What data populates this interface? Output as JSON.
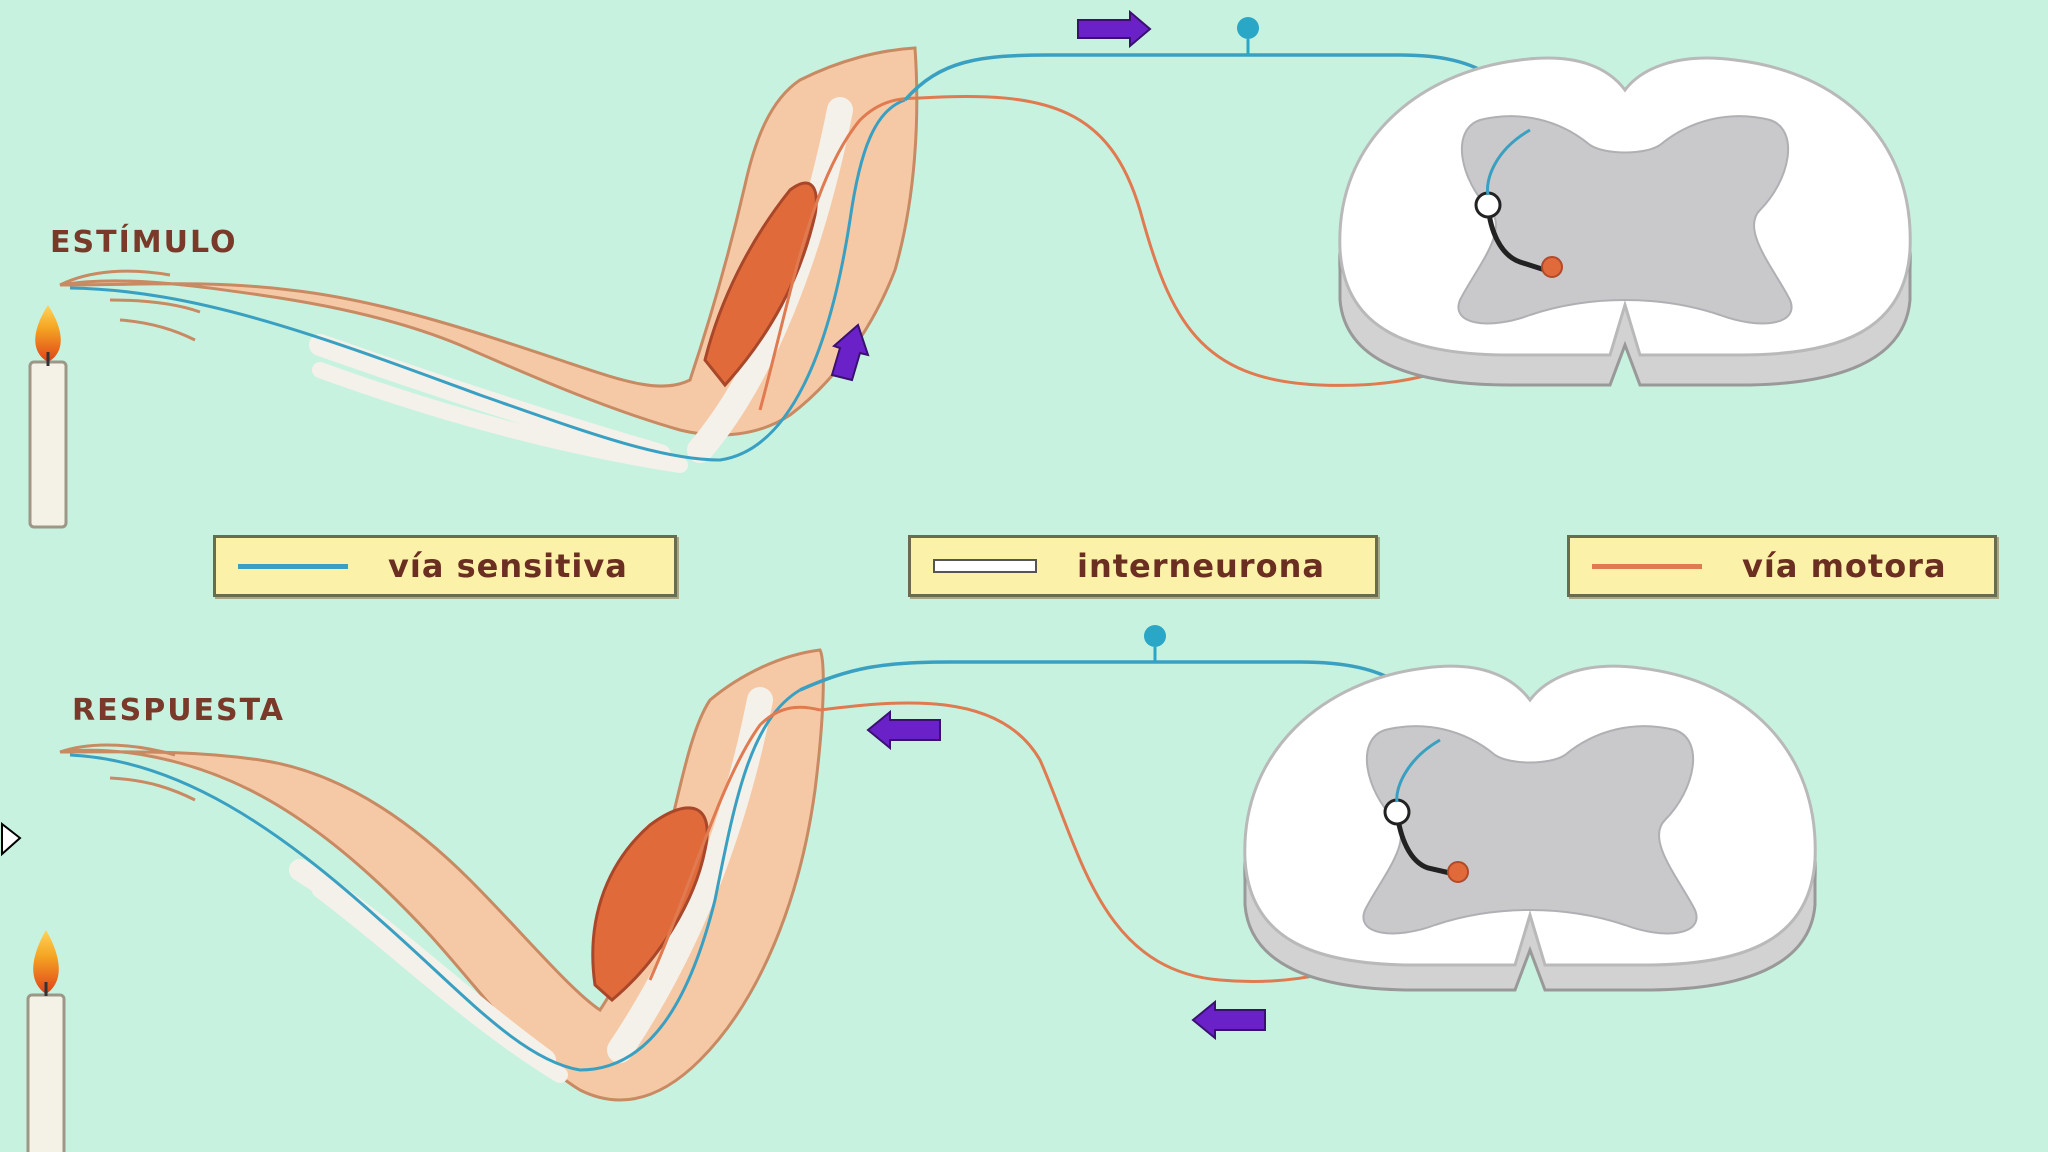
{
  "labels": {
    "stimulus": "ESTÍMULO",
    "response": "RESPUESTA"
  },
  "legend": {
    "sensory": "vía sensitiva",
    "interneuron": "interneurona",
    "motor": "vía motora"
  },
  "colors": {
    "background": "#c8f2e0",
    "sensory_pathway": "#3aa0c2",
    "motor_pathway": "#e07a50",
    "interneuron": "#ffffff",
    "arrow": "#6a22c8",
    "muscle": "#e06a3a",
    "skin": "#f6c9a6",
    "grey_matter": "#c9c9cc"
  }
}
